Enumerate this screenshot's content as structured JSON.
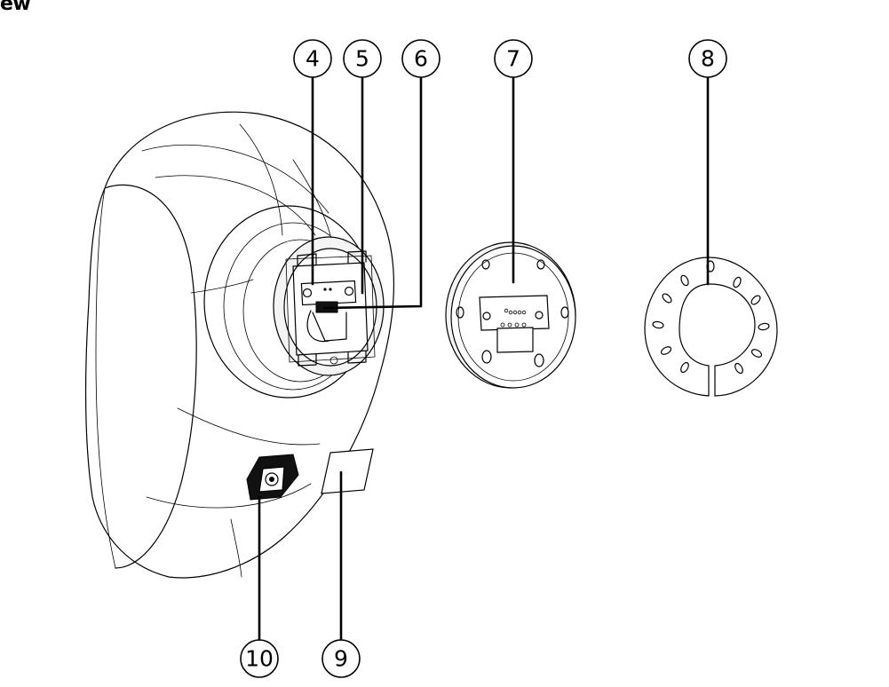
{
  "header": {
    "title_fragment": "ew"
  },
  "callouts": [
    {
      "id": "c4",
      "label": "4"
    },
    {
      "id": "c5",
      "label": "5"
    },
    {
      "id": "c6",
      "label": "6"
    },
    {
      "id": "c7",
      "label": "7"
    },
    {
      "id": "c8",
      "label": "8"
    },
    {
      "id": "c9",
      "label": "9"
    },
    {
      "id": "c10",
      "label": "10"
    }
  ]
}
